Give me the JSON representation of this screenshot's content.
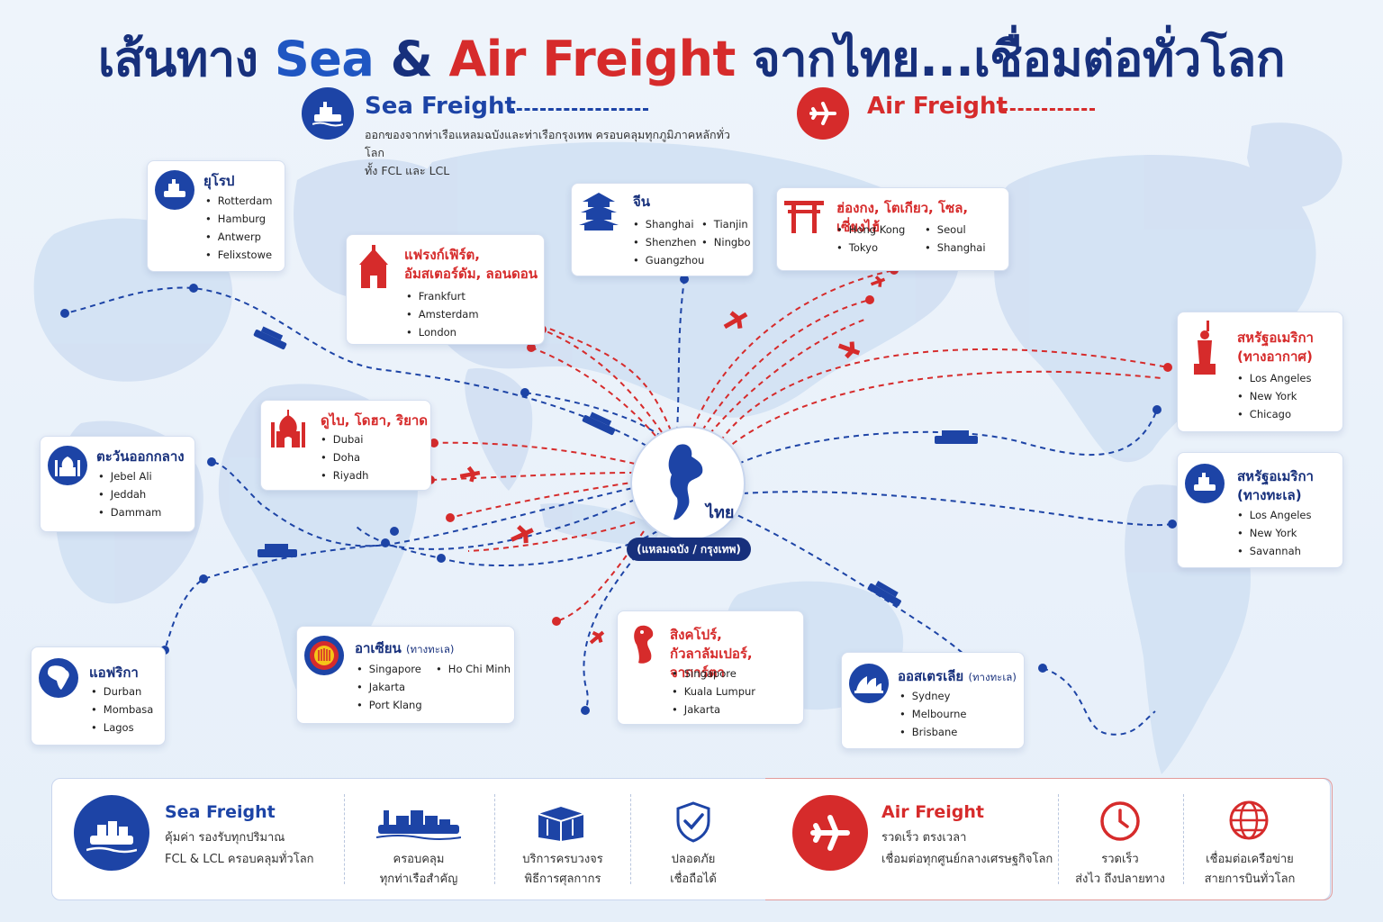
{
  "header": {
    "title_pre": "เส้นทาง ",
    "title_sea": "Sea",
    "title_amp": " & ",
    "title_air": "Air Freight",
    "title_post": " จากไทย...เชื่อมต่อทั่วโลก"
  },
  "legend": {
    "sea_label": "Sea Freight",
    "sea_desc_1": "ออกของจากท่าเรือแหลมฉบังและท่าเรือกรุงเทพ ครอบคลุมทุกภูมิภาคหลักทั่วโลก",
    "sea_desc_2": "ทั้ง FCL และ LCL",
    "air_label": "Air Freight"
  },
  "colors": {
    "sea": "#1d44a6",
    "air": "#d62b2b",
    "navy": "#17307c"
  },
  "hub": {
    "name": "ไทย",
    "ports": "(แหลมฉบัง / กรุงเทพ)"
  },
  "regions": {
    "europe": {
      "title": "ยุโรป",
      "icon": "ship-icon",
      "cities": [
        "Rotterdam",
        "Hamburg",
        "Antwerp",
        "Felixstowe"
      ]
    },
    "europe_air": {
      "title_1": "แฟรงก์เฟิร์ต,",
      "title_2": "อัมสเตอร์ดัม, ลอนดอน",
      "icon": "church-icon",
      "cities": [
        "Frankfurt",
        "Amsterdam",
        "London"
      ]
    },
    "china": {
      "title": "จีน",
      "icon": "pagoda-icon",
      "cities_left": [
        "Shanghai",
        "Shenzhen",
        "Guangzhou"
      ],
      "cities_right": [
        "Tianjin",
        "Ningbo"
      ]
    },
    "east_asia_air": {
      "title": "ฮ่องกง, โตเกียว, โซล, เซี่ยงไฮ้",
      "icon": "torii-icon",
      "cities_left": [
        "Hong Kong",
        "Tokyo"
      ],
      "cities_right": [
        "Seoul",
        "Shanghai"
      ]
    },
    "usa_air": {
      "title_1": "สหรัฐอเมริกา",
      "title_2": "(ทางอากาศ)",
      "icon": "statue-of-liberty-icon",
      "cities": [
        "Los Angeles",
        "New York",
        "Chicago"
      ]
    },
    "usa_sea": {
      "title_1": "สหรัฐอเมริกา",
      "title_2": "(ทางทะเล)",
      "icon": "ship-icon",
      "cities": [
        "Los Angeles",
        "New York",
        "Savannah"
      ]
    },
    "middle_east_air": {
      "title": "ดูไบ, โดฮา, ริยาด",
      "icon": "mosque-icon",
      "cities": [
        "Dubai",
        "Doha",
        "Riyadh"
      ]
    },
    "middle_east_sea": {
      "title": "ตะวันออกกลาง",
      "icon": "mosque-icon",
      "cities": [
        "Jebel Ali",
        "Jeddah",
        "Dammam"
      ]
    },
    "africa": {
      "title": "แอฟริกา",
      "icon": "africa-icon",
      "cities": [
        "Durban",
        "Mombasa",
        "Lagos"
      ]
    },
    "asean": {
      "title": "อาเซียน",
      "subtitle": "(ทางทะเล)",
      "icon": "asean-emblem-icon",
      "cities_left": [
        "Singapore",
        "Jakarta",
        "Port Klang"
      ],
      "cities_right": [
        "Ho Chi Minh"
      ]
    },
    "sea_air": {
      "title_1": "สิงคโปร์, กัวลาลัมเปอร์,",
      "title_2": "จาการ์ตา",
      "icon": "merlion-icon",
      "cities": [
        "Singapore",
        "Kuala Lumpur",
        "Jakarta"
      ]
    },
    "australia": {
      "title": "ออสเตรเลีย",
      "subtitle": "(ทางทะเล)",
      "icon": "opera-house-icon",
      "cities": [
        "Sydney",
        "Melbourne",
        "Brisbane"
      ]
    }
  },
  "footer": {
    "sea": {
      "title": "Sea Freight",
      "line1": "คุ้มค่า รองรับทุกปริมาณ",
      "line2": "FCL & LCL ครอบคลุมทั่วโลก"
    },
    "sea_features": [
      {
        "icon": "cargo-ship-icon",
        "line1": "ครอบคลุม",
        "line2": "ทุกท่าเรือสำคัญ"
      },
      {
        "icon": "customs-box-icon",
        "line1": "บริการครบวงจร",
        "line2": "พิธีการศุลกากร"
      },
      {
        "icon": "shield-check-icon",
        "line1": "ปลอดภัย",
        "line2": "เชื่อถือได้"
      }
    ],
    "air": {
      "title": "Air Freight",
      "line1": "รวดเร็ว ตรงเวลา",
      "line2": "เชื่อมต่อทุกศูนย์กลางเศรษฐกิจโลก"
    },
    "air_features": [
      {
        "icon": "clock-icon",
        "line1": "รวดเร็ว",
        "line2": "ส่งไว ถึงปลายทาง"
      },
      {
        "icon": "globe-icon",
        "line1": "เชื่อมต่อเครือข่าย",
        "line2": "สายการบินทั่วโลก"
      }
    ]
  }
}
